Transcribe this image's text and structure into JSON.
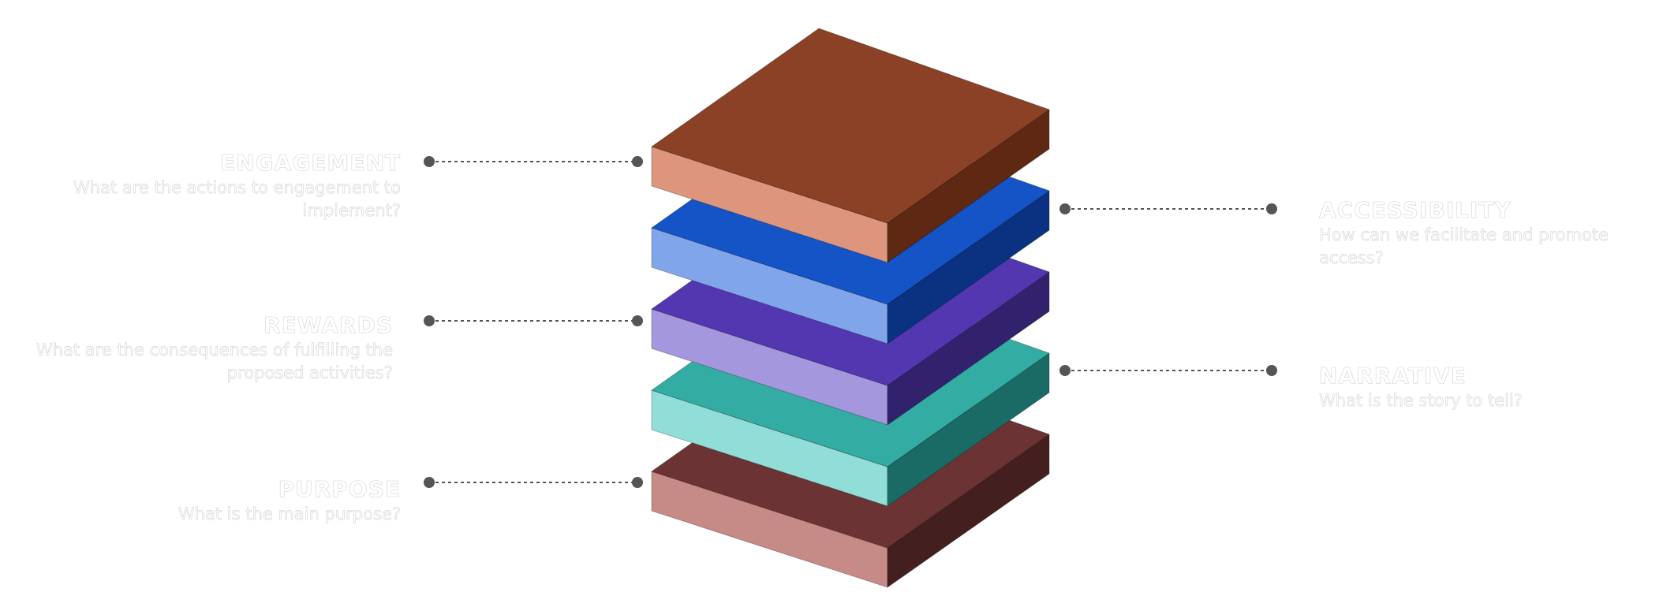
{
  "layers": [
    {
      "name": "Engagement",
      "colors": {
        "top": "#8b4125",
        "front": "#dd967d",
        "side": "#5e2813"
      }
    },
    {
      "name": "Accessibility",
      "colors": {
        "top": "#1454c6",
        "front": "#80a5ea",
        "side": "#0b3280"
      }
    },
    {
      "name": "Rewards",
      "colors": {
        "top": "#5237b1",
        "front": "#a497dd",
        "side": "#32226e"
      }
    },
    {
      "name": "Narrative",
      "colors": {
        "top": "#33aca4",
        "front": "#91ddd8",
        "side": "#1a6b66"
      }
    },
    {
      "name": "Purpose",
      "colors": {
        "top": "#6b3333",
        "front": "#c68a87",
        "side": "#431f1f"
      }
    }
  ],
  "labels": {
    "engagement": {
      "title": "ENGAGEMENT",
      "description": "What are the actions to engagement to implement?"
    },
    "rewards": {
      "title": "REWARDS",
      "description": "What are the consequences of fulfilling the proposed activities?"
    },
    "purpose": {
      "title": "PURPOSE",
      "description": "What is the main purpose?"
    },
    "accessibility": {
      "title": "ACCESSIBILITY",
      "description": "How can we facilitate and promote access?"
    },
    "narrative": {
      "title": "NARRATIVE",
      "description": "What is the story to tell?"
    }
  },
  "connector_color": "#555555"
}
